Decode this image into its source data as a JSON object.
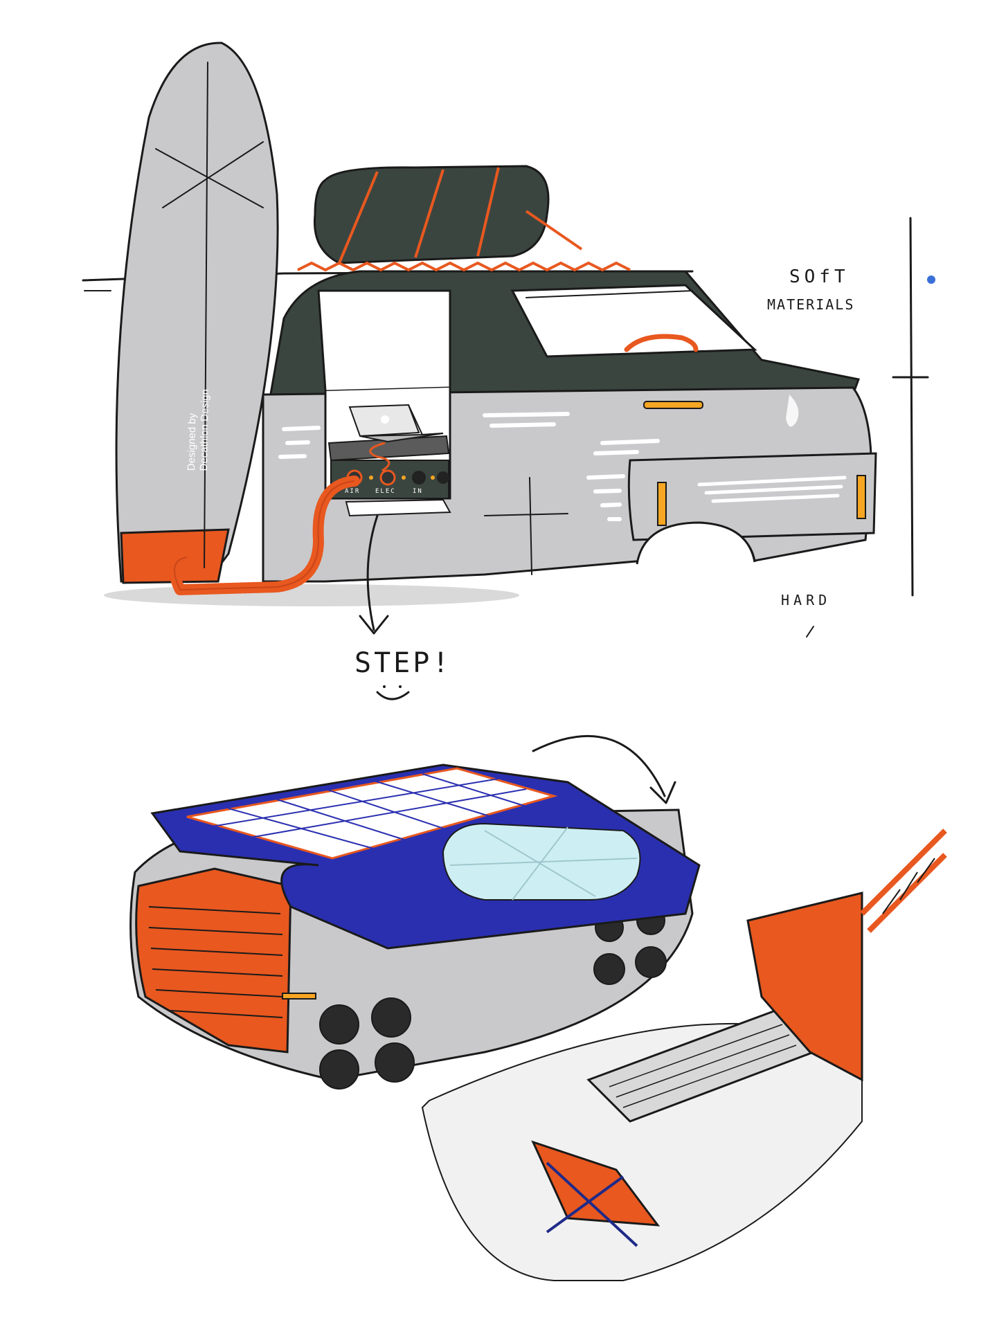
{
  "annotations": {
    "soft_line1": "SOfT",
    "soft_line2": "MATERIALS",
    "hard": "HARD",
    "step": "STEP!"
  },
  "board": {
    "brand_line1": "Designed by",
    "brand_line2": "Decathlon Design"
  },
  "ports": {
    "air": "AIR",
    "elec": "ELEC",
    "in": "IN"
  },
  "colors": {
    "body_grey": "#c9c9cb",
    "cabin_dark": "#3b4540",
    "accent_orange": "#e8581f",
    "lamp_amber": "#f6a623",
    "roof_blue": "#2a2fb0",
    "glass_cyan": "#cdeff4",
    "marker_blue": "#3a6fd8"
  }
}
